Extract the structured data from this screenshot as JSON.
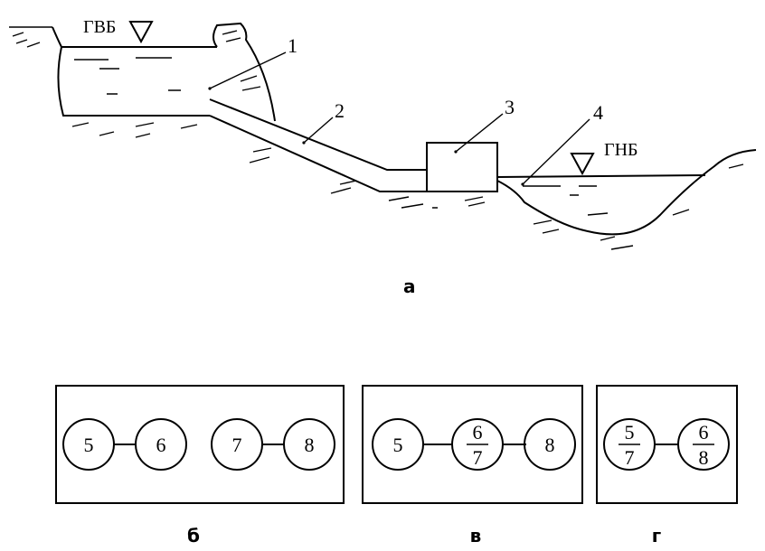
{
  "scheme_a": {
    "upper_level_label": "ГВБ",
    "lower_level_label": "ГНБ",
    "callouts": [
      "1",
      "2",
      "3",
      "4"
    ],
    "caption": "а"
  },
  "scheme_b": {
    "caption": "б",
    "nodes": [
      "5",
      "6",
      "7",
      "8"
    ]
  },
  "scheme_v": {
    "caption": "в",
    "node_left": "5",
    "node_mid_top": "6",
    "node_mid_bottom": "7",
    "node_right": "8"
  },
  "scheme_g": {
    "caption": "г",
    "node_left_top": "5",
    "node_left_bottom": "7",
    "node_right_top": "6",
    "node_right_bottom": "8"
  }
}
